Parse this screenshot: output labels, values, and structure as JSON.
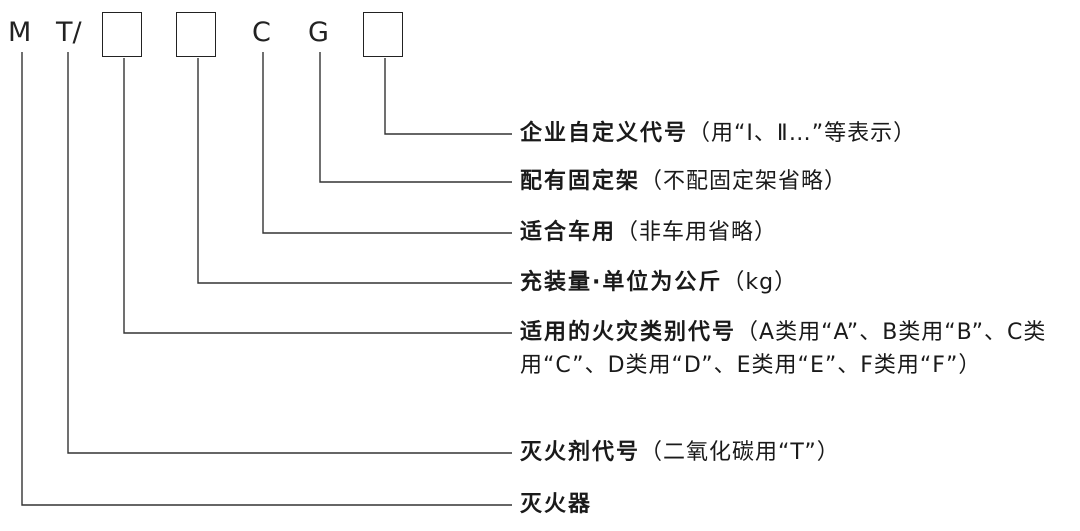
{
  "model_code": {
    "M": "M",
    "T": "T/",
    "C": "C",
    "G": "G"
  },
  "legend": [
    {
      "id": "custom",
      "main": "企业自定义代号",
      "note": "（用“Ⅰ、Ⅱ…”等表示）"
    },
    {
      "id": "bracket",
      "main": "配有固定架",
      "note": "（不配固定架省略）"
    },
    {
      "id": "vehicle",
      "main": "适合车用",
      "note": "（非车用省略）"
    },
    {
      "id": "capacity",
      "main": "充装量·单位为公斤",
      "note": "（kg）"
    },
    {
      "id": "fireclass",
      "main": "适用的火灾类别代号",
      "note": "（A类用“A”、B类用“B”、C类用“C”、D类用“D”、E类用“E”、F类用“F”）"
    },
    {
      "id": "agent",
      "main": "灭火剂代号",
      "note": "（二氧化碳用“T”）"
    },
    {
      "id": "device",
      "main": "灭火器",
      "note": ""
    }
  ]
}
